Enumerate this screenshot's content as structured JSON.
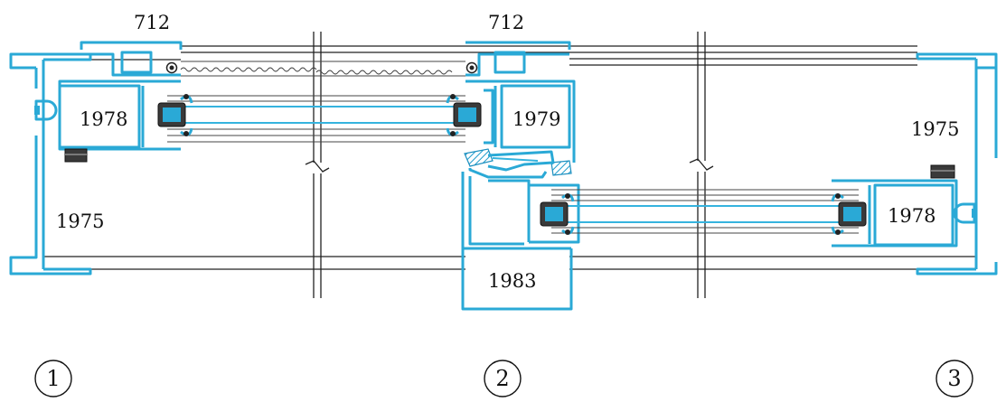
{
  "labels": {
    "top_left_712": "712",
    "top_mid_712": "712",
    "box_1978_left": "1978",
    "box_1979": "1979",
    "label_1975_left": "1975",
    "label_1975_right": "1975",
    "box_1978_right": "1978",
    "box_1983": "1983"
  },
  "callouts": {
    "one": "1",
    "two": "2",
    "three": "3"
  },
  "colors": {
    "profile": "#2aa9d6",
    "line": "#222222",
    "gasket": "#3a3a3a"
  }
}
